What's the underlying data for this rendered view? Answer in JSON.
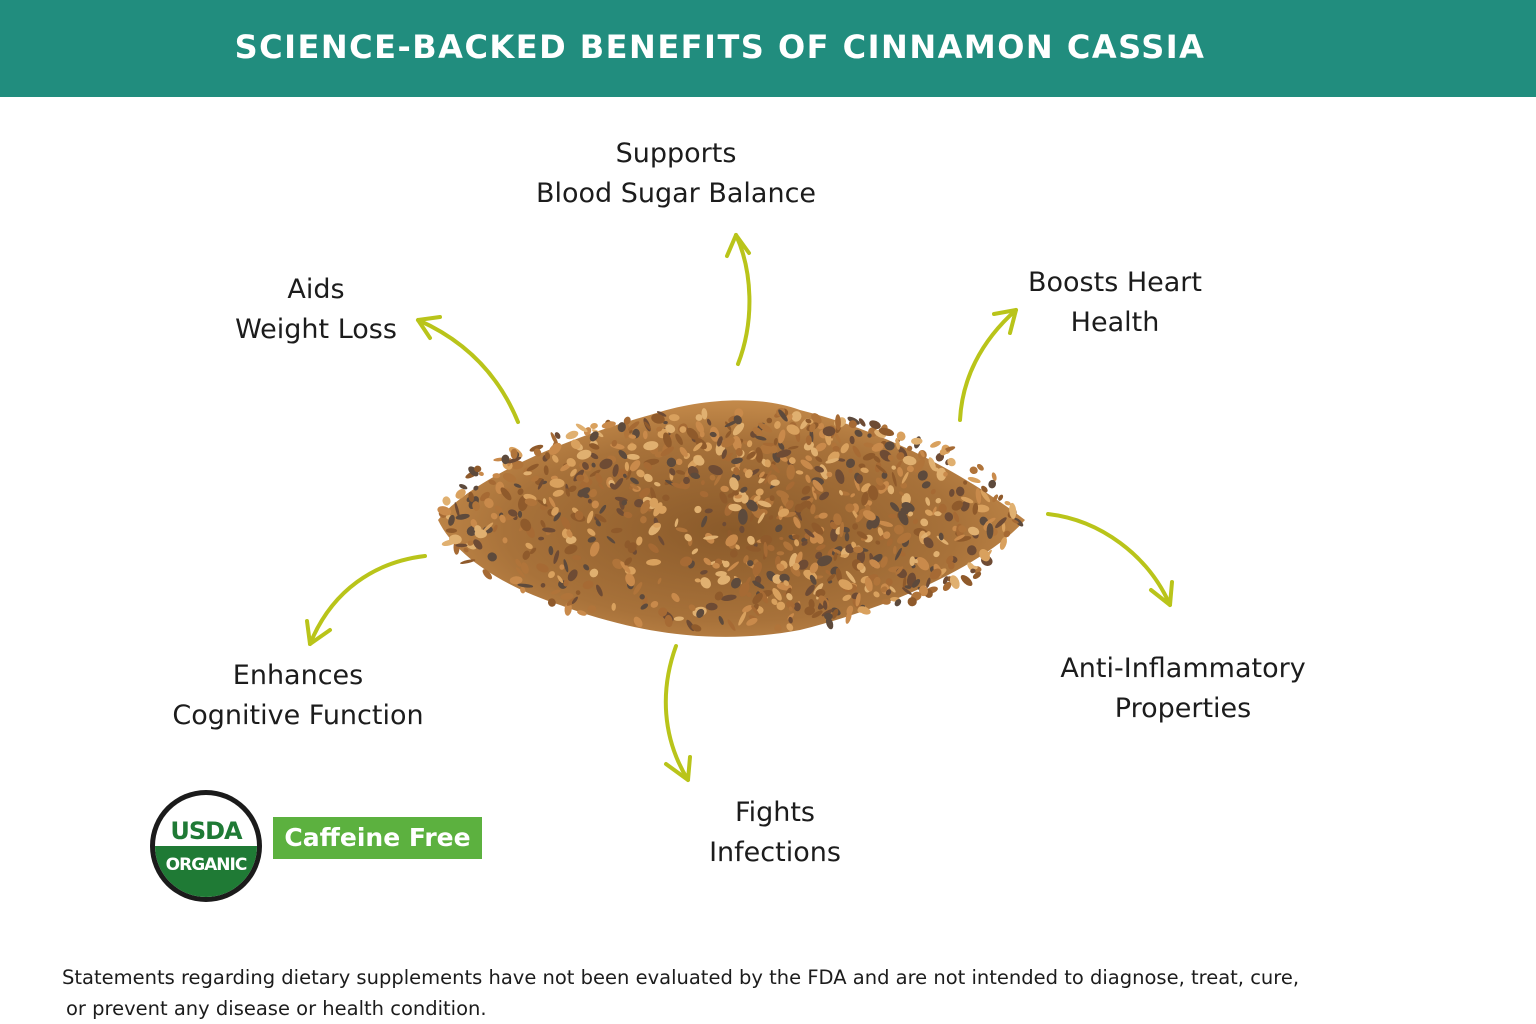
{
  "header": {
    "title": "SCIENCE-BACKED BENEFITS OF CINNAMON CASSIA",
    "background_color": "#218d7e"
  },
  "benefits": {
    "blood_sugar": {
      "line1": "Supports",
      "line2": "Blood Sugar Balance"
    },
    "weight_loss": {
      "line1": "Aids",
      "line2": "Weight Loss"
    },
    "heart": {
      "line1": "Boosts Heart",
      "line2": "Health"
    },
    "cognitive": {
      "line1": "Enhances",
      "line2": "Cognitive Function"
    },
    "inflammatory": {
      "line1": "Anti-Inflammatory",
      "line2": "Properties"
    },
    "infections": {
      "line1": "Fights",
      "line2": "Infections"
    }
  },
  "arrow_color": "#b9c41a",
  "image": {
    "subject": "pile of cut cinnamon cassia bark pieces"
  },
  "badges": {
    "usda": {
      "top": "USDA",
      "bottom": "ORGANIC"
    },
    "caffeine": "Caffeine Free"
  },
  "disclaimer": {
    "line1": "Statements regarding dietary supplements have not been evaluated by the FDA and are not intended to diagnose, treat, cure,",
    "line2": "or prevent any disease or health condition."
  }
}
